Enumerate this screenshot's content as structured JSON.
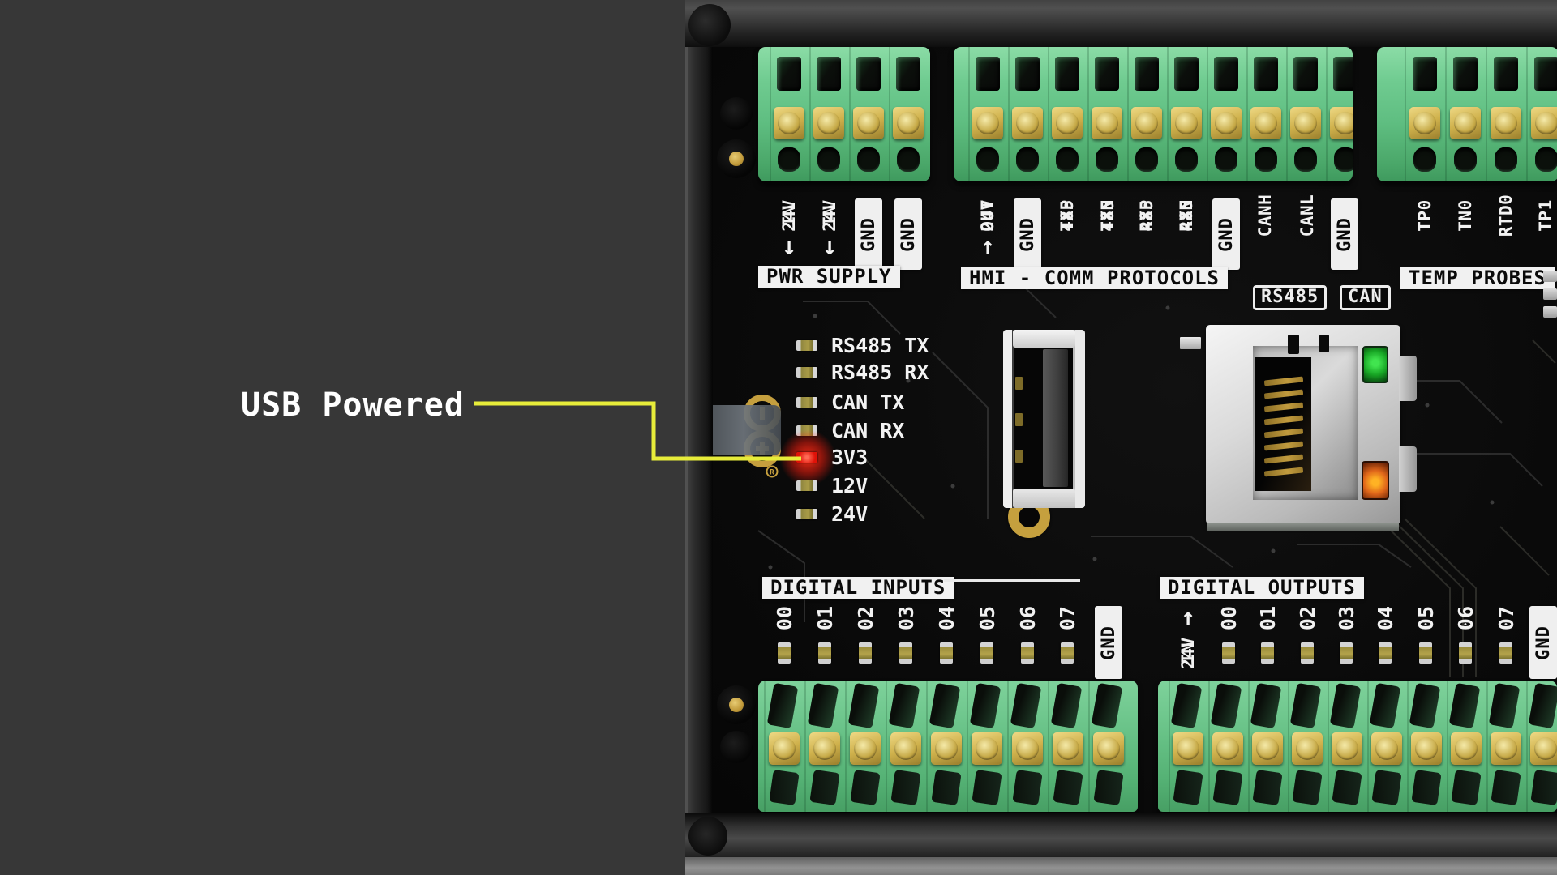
{
  "annotation": {
    "text": "USB Powered",
    "line_color": "#e7ec3a"
  },
  "headers": {
    "pwr": "PWR SUPPLY",
    "hmi": "HMI - COMM PROTOCOLS",
    "temp": "TEMP PROBES",
    "din": "DIGITAL INPUTS",
    "dout": "DIGITAL OUTPUTS"
  },
  "badges": {
    "rs485": "RS485",
    "can": "CAN"
  },
  "top_pins": [
    {
      "l1": "24V",
      "l2": "IN",
      "arrow": "↓"
    },
    {
      "l1": "24V",
      "l2": "IN",
      "arrow": "↓"
    },
    {
      "gnd": "GND"
    },
    {
      "gnd": "GND"
    },
    {
      "l1": "24V",
      "l2": "OUT",
      "arrow": "↑"
    },
    {
      "gnd": "GND"
    },
    {
      "l1": "TXP",
      "l2": "485"
    },
    {
      "l1": "TXN",
      "l2": "485"
    },
    {
      "l1": "RXP",
      "l2": "485"
    },
    {
      "l1": "RXN",
      "l2": "485"
    },
    {
      "gnd": "GND"
    },
    {
      "l1": "CANH"
    },
    {
      "l1": "CANL"
    },
    {
      "gnd": "GND"
    },
    {
      "l1": "TP0"
    },
    {
      "l1": "TN0"
    },
    {
      "l1": "RTD0"
    },
    {
      "l1": "TP1"
    }
  ],
  "status_leds": [
    {
      "label": "RS485 TX",
      "on": false
    },
    {
      "label": "RS485 RX",
      "on": false
    },
    {
      "label": "CAN TX",
      "on": false
    },
    {
      "label": "CAN RX",
      "on": false
    },
    {
      "label": "3V3",
      "on": true
    },
    {
      "label": "12V",
      "on": false
    },
    {
      "label": "24V",
      "on": false
    }
  ],
  "digital_inputs": {
    "pins": [
      "00",
      "01",
      "02",
      "03",
      "04",
      "05",
      "06",
      "07"
    ],
    "gnd": "GND"
  },
  "digital_outputs": {
    "supply_l1": "24V",
    "supply_l2": "IN",
    "supply_arrow": "↑",
    "pins": [
      "00",
      "01",
      "02",
      "03",
      "04",
      "05",
      "06",
      "07"
    ],
    "gnd": "GND"
  },
  "colors": {
    "background": "#373737",
    "pcb": "#0a0a0a",
    "terminal_green": "#68c689",
    "contact_gold": "#d1b24e",
    "badge_white": "#f1f1f1",
    "silkscreen": "#f2f2f2",
    "callout_yellow": "#e7ec3a",
    "led_red": "#e01208",
    "logo_gold": "#c59f3e",
    "eth_led_green": "#17a524",
    "eth_led_orange": "#e0661a"
  }
}
